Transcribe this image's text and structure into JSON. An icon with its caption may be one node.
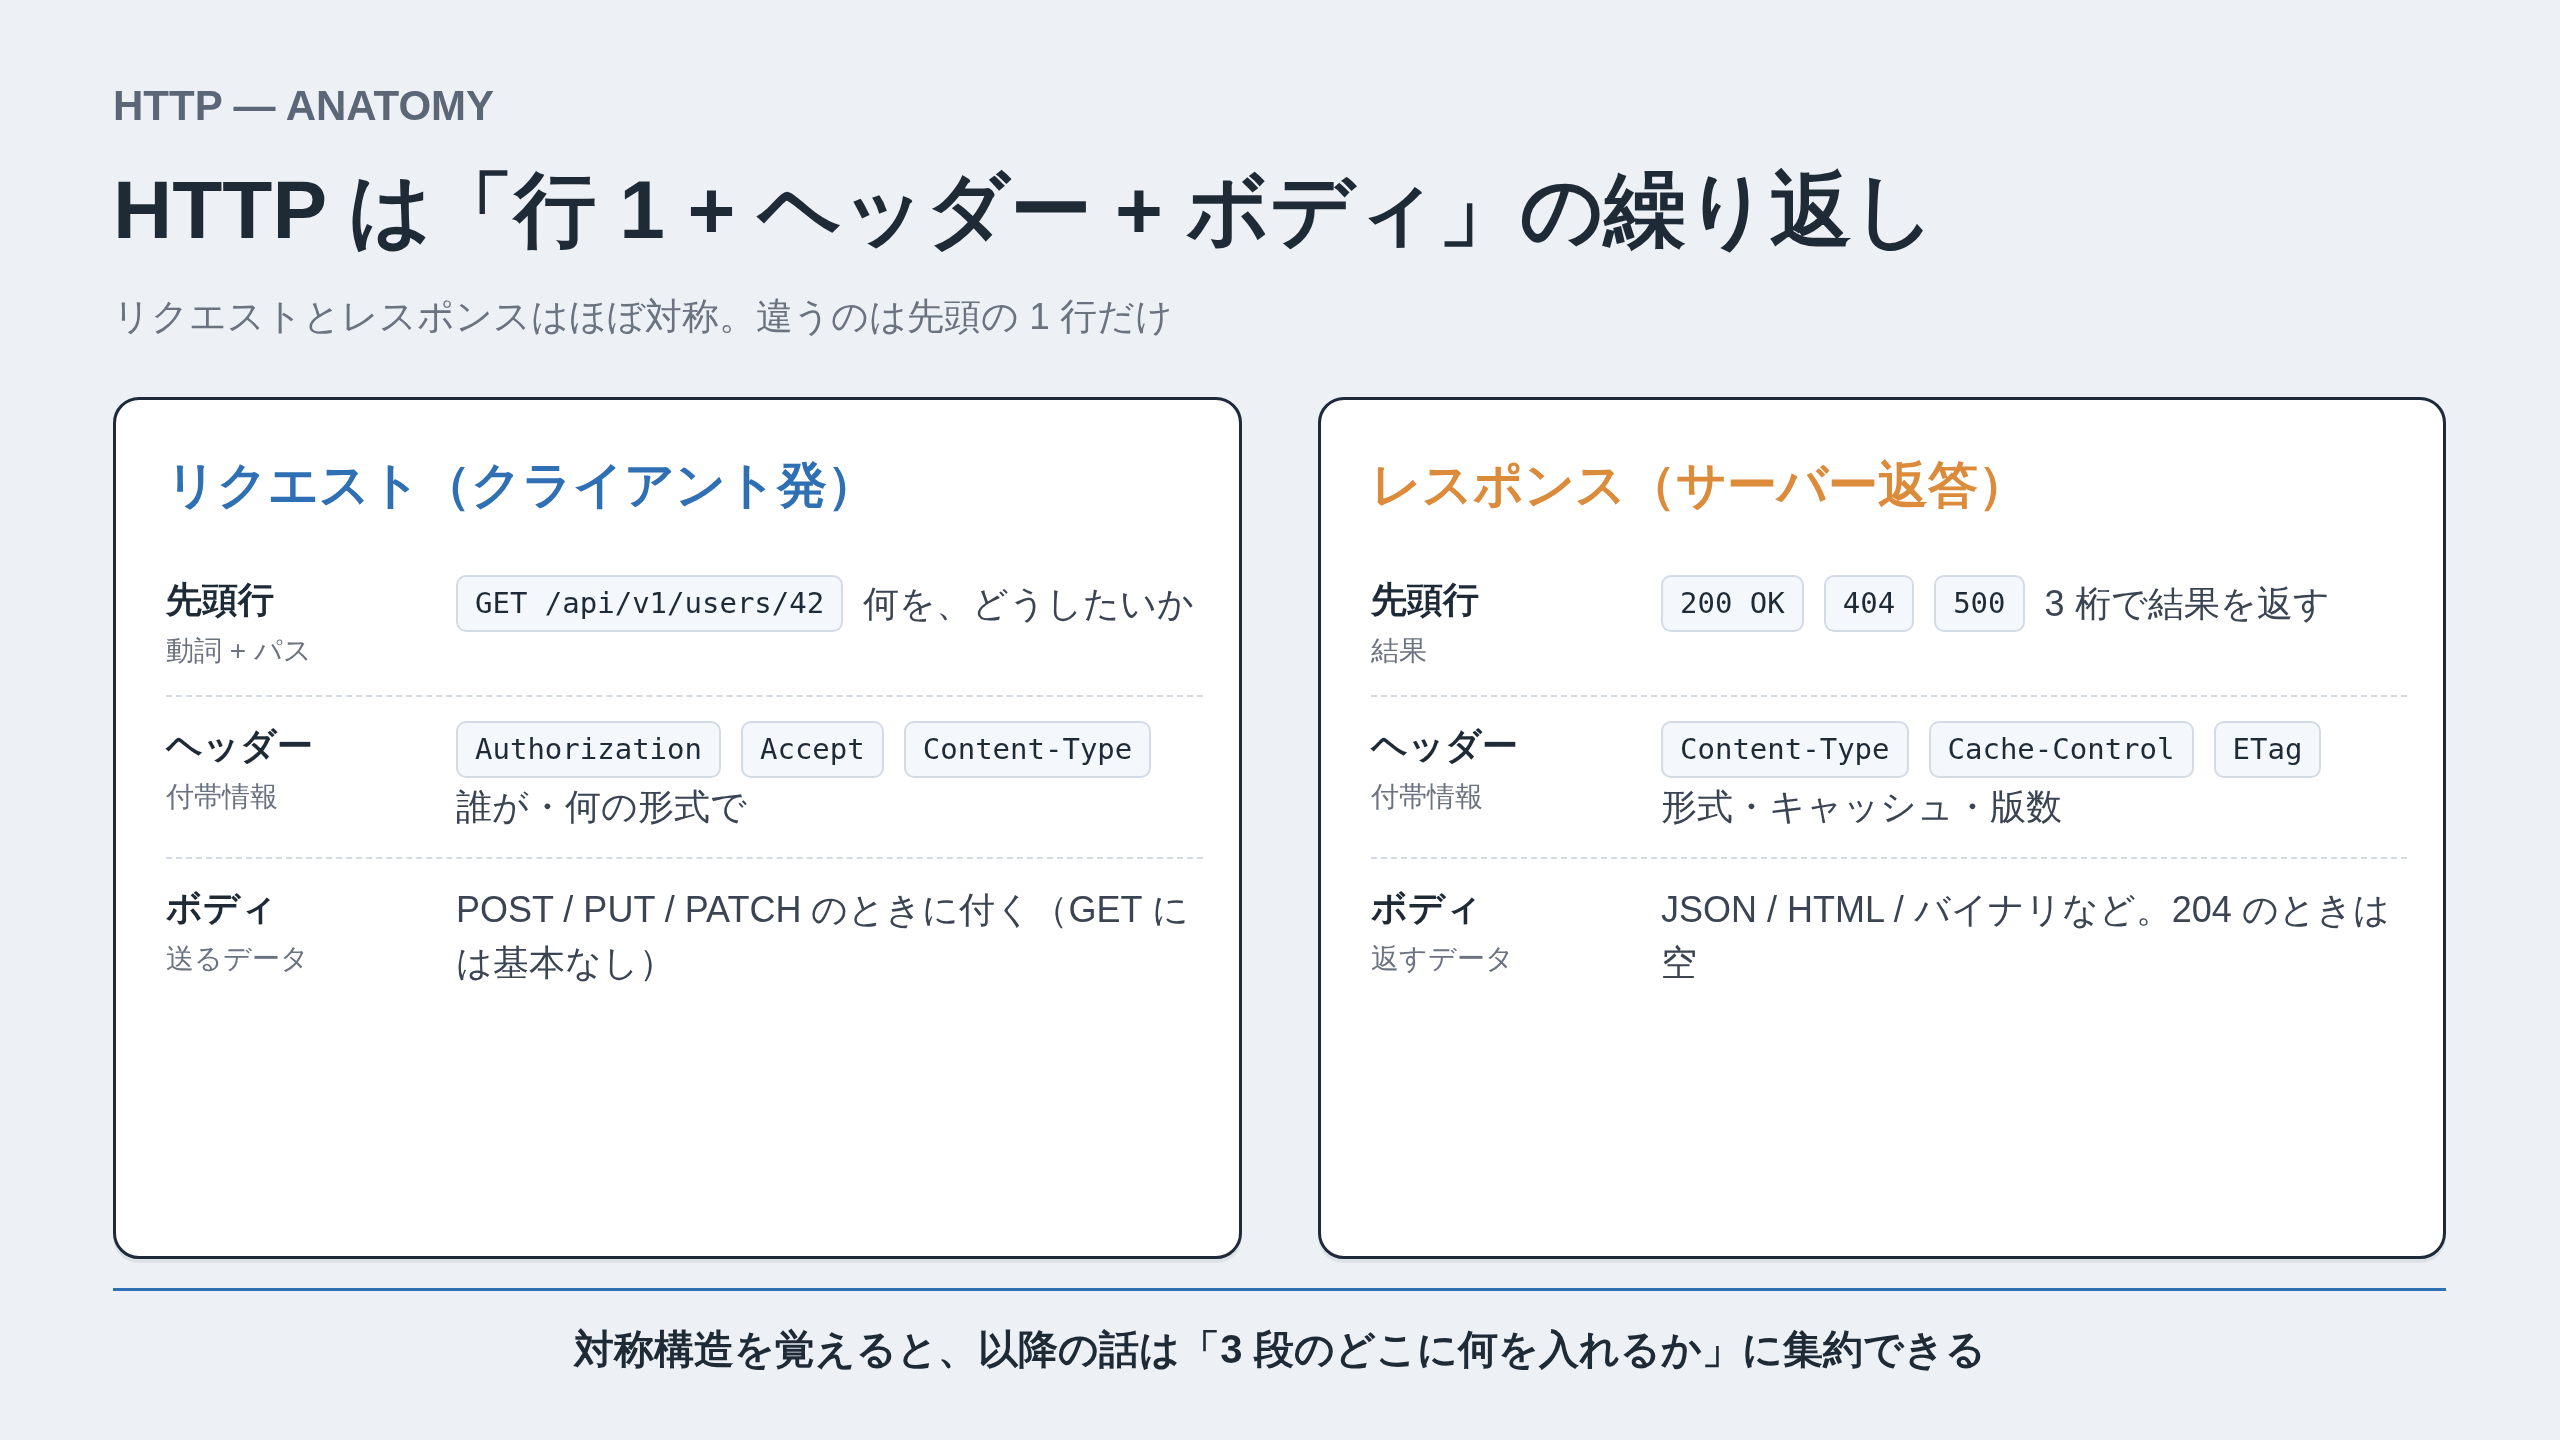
{
  "diagram": {
    "title": "HTTP は「行 1 + ヘッダー + ボディ」の繰り返し",
    "caption": "対称構造を覚えると、以降の話は「3 段のどこに何を入れるか」に集約できる",
    "nodes": [
      {
        "text": [
          "リクエスト（クライアント発）"
        ]
      },
      {
        "text": [
          "GET /api/v1/users/42"
        ],
        "in": 0
      },
      {
        "text": [
          "Authorization"
        ],
        "in": 0
      },
      {
        "text": [
          "Accept"
        ],
        "in": 0
      },
      {
        "text": [
          "Content-Type"
        ],
        "in": 0
      },
      {
        "text": [
          "レスポンス（サーバー返答）"
        ]
      },
      {
        "text": [
          "200 OK"
        ],
        "in": 5
      },
      {
        "text": [
          "404"
        ],
        "in": 5
      },
      {
        "text": [
          "500"
        ],
        "in": 5
      },
      {
        "text": [
          "Content-Type"
        ],
        "in": 5
      },
      {
        "text": [
          "Cache-Control"
        ],
        "in": 5
      },
      {
        "text": [
          "ETag"
        ],
        "in": 5
      }
    ],
    "labels": [
      "HTTP — ANATOMY",
      "リクエストとレスポンスはほぼ対称。違うのは先頭の 1 行だけ",
      "先頭行",
      "動詞 + パス",
      "何を、どうしたいか",
      "ヘッダー",
      "付帯情報",
      "誰が・何の形式で",
      "ボディ",
      "送るデータ",
      "POST / PUT / PATCH のときに付く（GET には基本なし）",
      "先頭行",
      "結果",
      "3 桁で結果を返す",
      "ヘッダー",
      "付帯情報",
      "形式・キャッシュ・版数",
      "ボディ",
      "返すデータ",
      "JSON / HTML / バイナリなど。204 のときは空"
    ]
  }
}
